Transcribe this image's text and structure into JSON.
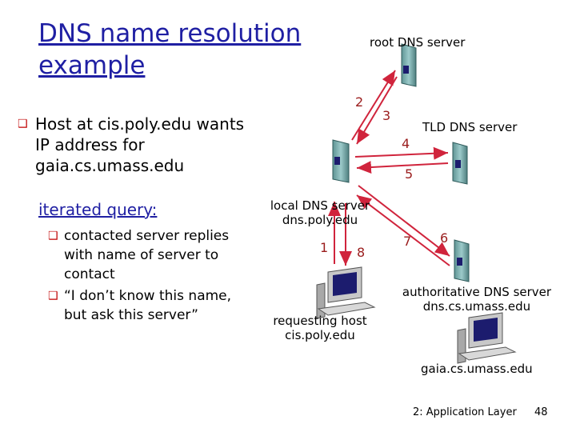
{
  "title": "DNS name resolution example",
  "host_bullet": "Host at cis.poly.edu wants IP address for gaia.cs.umass.edu",
  "iterated_query": "iterated query:",
  "query_bullets": [
    "contacted server replies with name of server to contact",
    "“I don’t know this name, but ask this server”"
  ],
  "nodes": {
    "root": {
      "label": "root DNS server"
    },
    "tld": {
      "label": "TLD DNS server"
    },
    "local": {
      "label": "local DNS server",
      "sublabel": "dns.poly.edu"
    },
    "requesting": {
      "label": "requesting host",
      "sublabel": "cis.poly.edu"
    },
    "authoritative": {
      "label": "authoritative DNS server",
      "sublabel": "dns.cs.umass.edu"
    },
    "destination": {
      "label": "gaia.cs.umass.edu"
    }
  },
  "steps": [
    "1",
    "2",
    "3",
    "4",
    "5",
    "6",
    "7",
    "8"
  ],
  "footer": {
    "chapter": "2: Application Layer",
    "page": "48"
  },
  "colors": {
    "title": "#1f1fa3",
    "arrow": "#d0243c",
    "bullet": "#c00000",
    "server": "#6a9e9e",
    "monitor": "#1c1c6e"
  },
  "icons": [
    "server-icon",
    "computer-icon",
    "bullet-icon"
  ]
}
